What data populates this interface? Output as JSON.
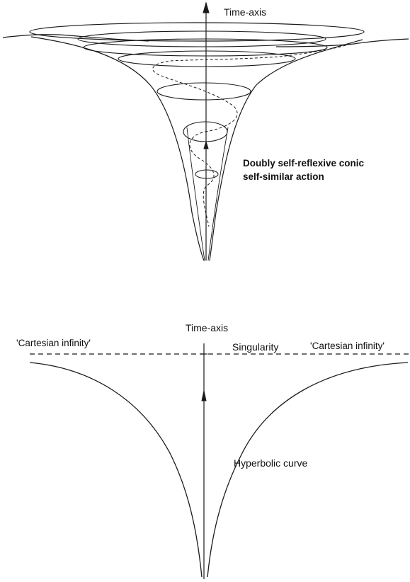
{
  "top_figure": {
    "axis_label": "Time-axis",
    "caption_line1": "Doubly self-reflexive conic",
    "caption_line2": "self-similar action"
  },
  "bottom_figure": {
    "axis_label": "Time-axis",
    "left_label": "'Cartesian infinity'",
    "singularity_label": "Singularity",
    "right_label": "'Cartesian infinity'",
    "curve_label": "Hyperbolic curve"
  }
}
